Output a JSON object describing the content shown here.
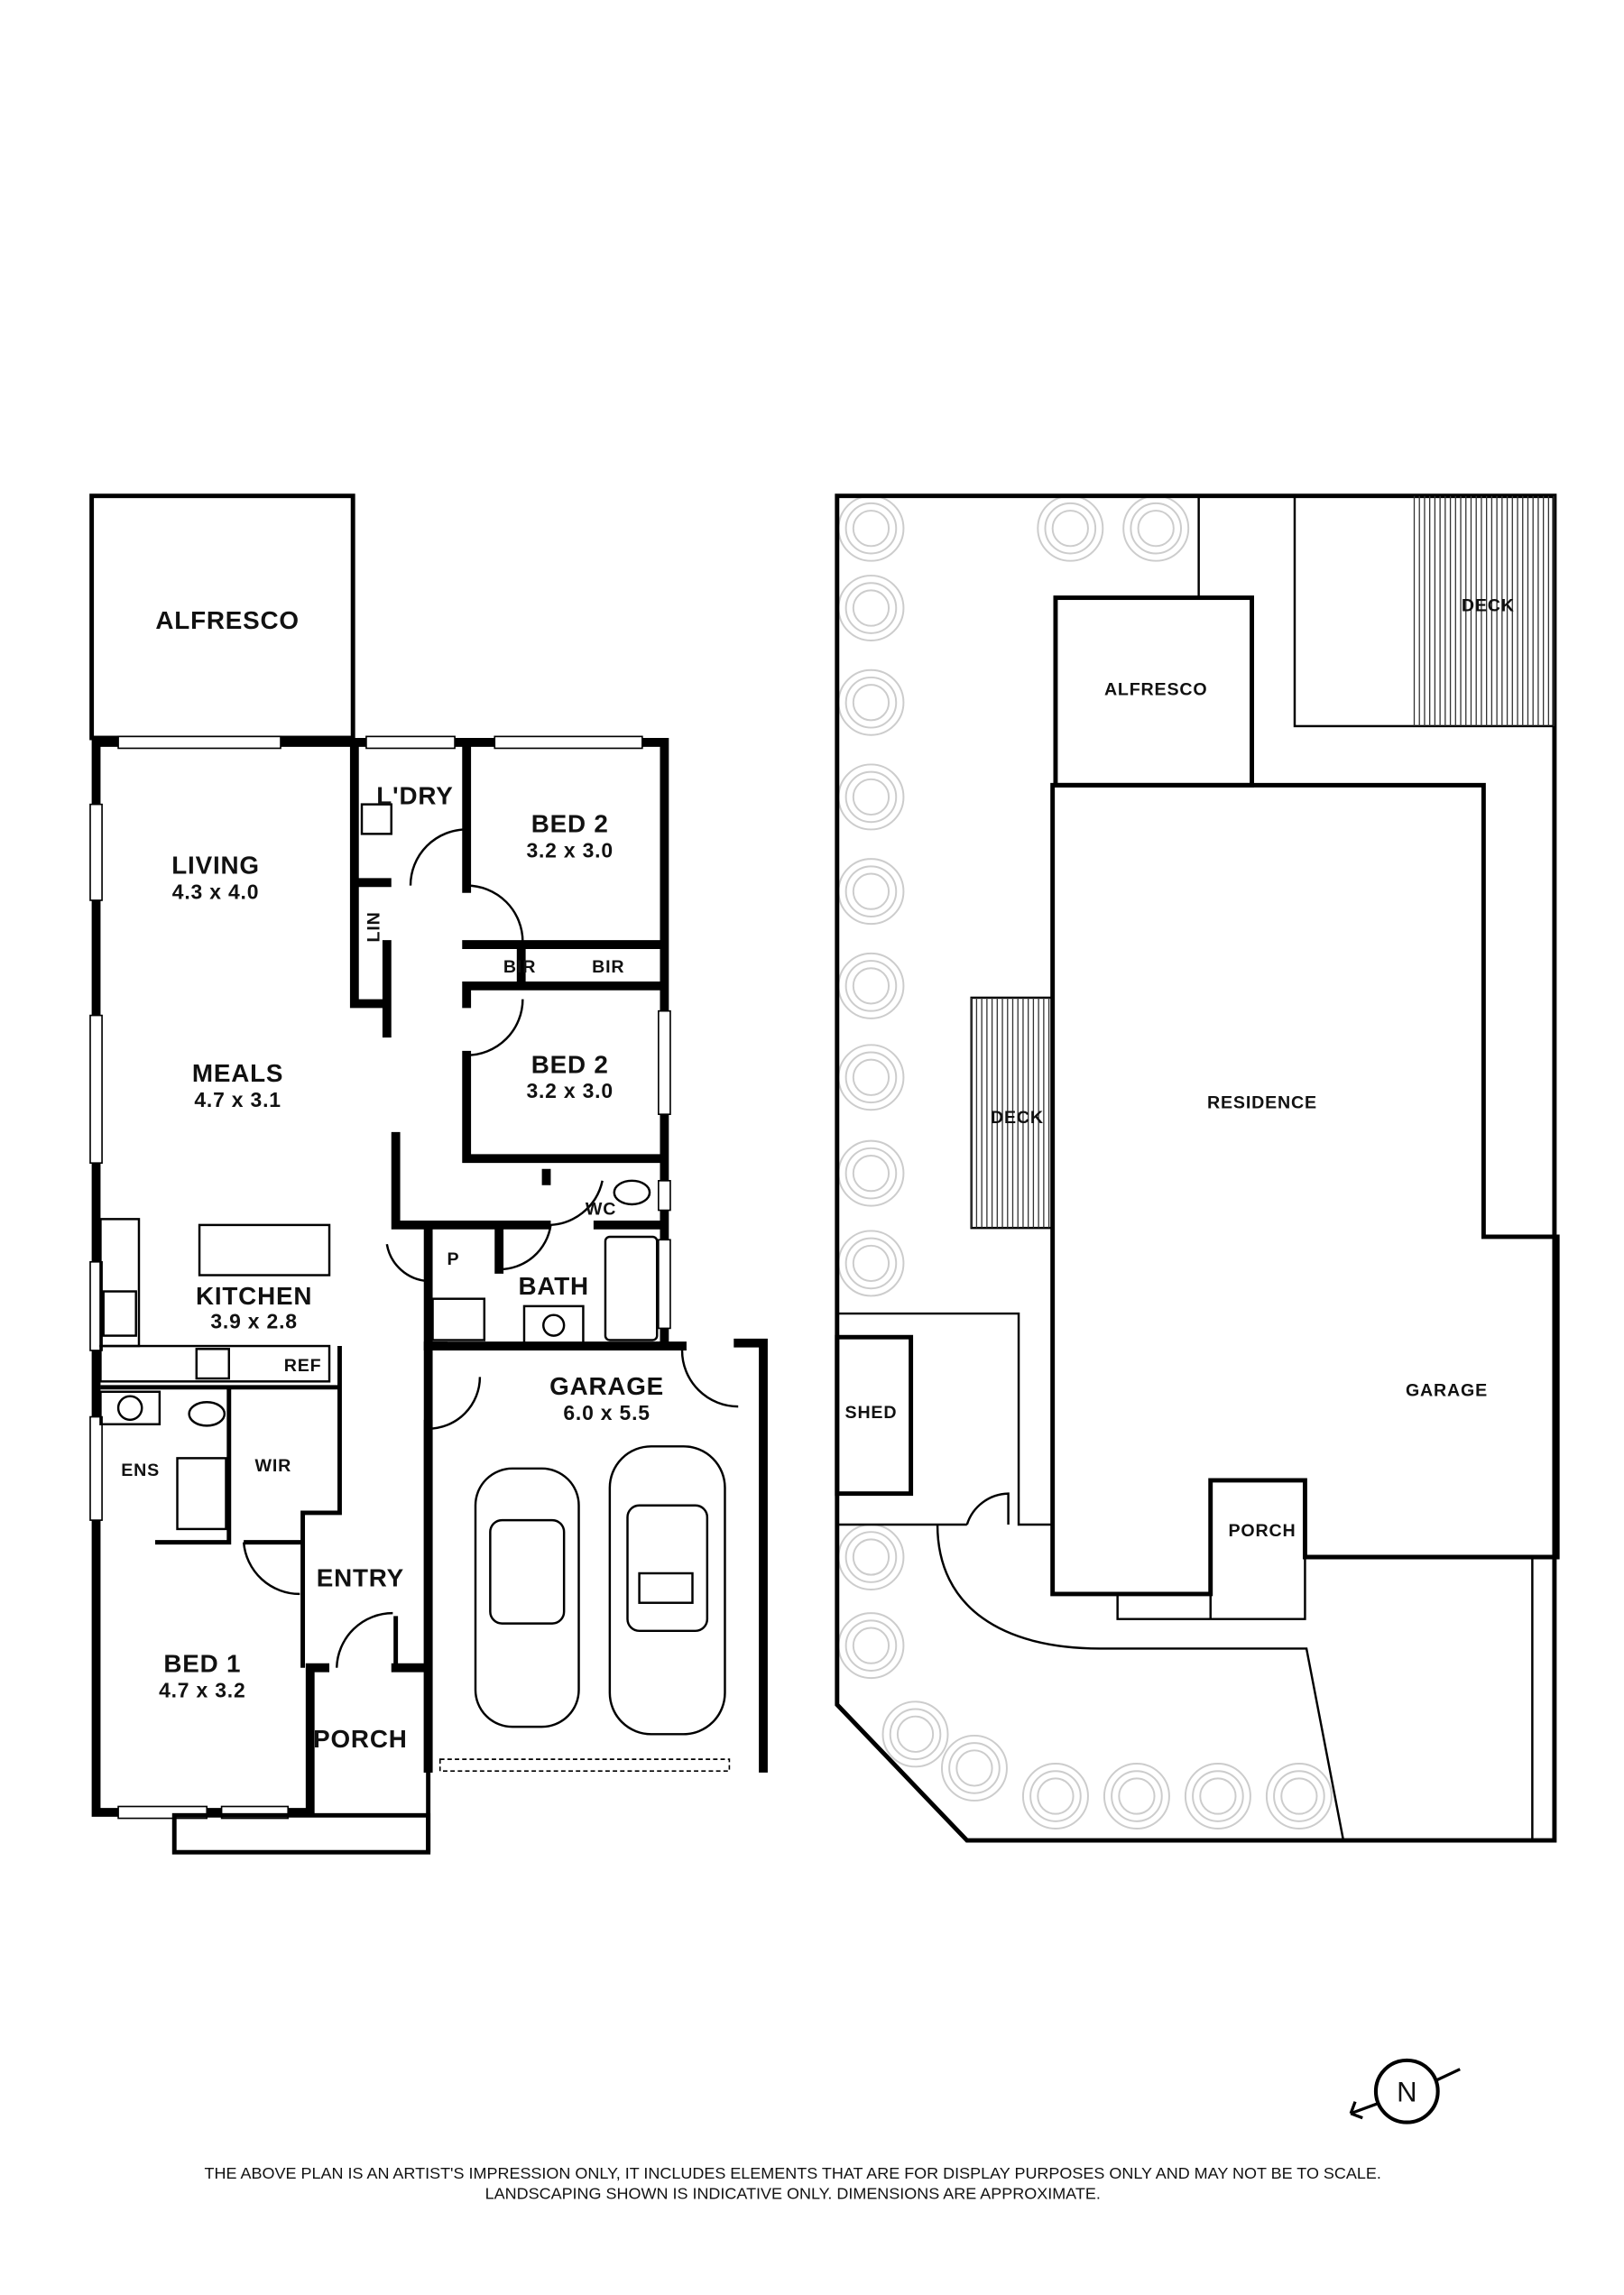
{
  "floor_plan": {
    "rooms": {
      "alfresco": "ALFRESCO",
      "living": {
        "name": "LIVING",
        "size": "4.3 x 4.0"
      },
      "meals": {
        "name": "MEALS",
        "size": "4.7 x 3.1"
      },
      "kitchen": {
        "name": "KITCHEN",
        "size": "3.9 x 2.8"
      },
      "laundry": "L'DRY",
      "linen": "LIN",
      "bed2a": {
        "name": "BED 2",
        "size": "3.2 x 3.0"
      },
      "bed2b": {
        "name": "BED 2",
        "size": "3.2 x 3.0"
      },
      "bir1": "BIR",
      "bir2": "BIR",
      "wc": "WC",
      "pantry": "P",
      "bath": "BATH",
      "ref": "REF",
      "ens": "ENS",
      "wir": "WIR",
      "entry": "ENTRY",
      "bed1": {
        "name": "BED 1",
        "size": "4.7 x 3.2"
      },
      "porch": "PORCH",
      "garage": {
        "name": "GARAGE",
        "size": "6.0 x 5.5"
      }
    }
  },
  "site_plan": {
    "labels": {
      "alfresco": "ALFRESCO",
      "deck_top": "DECK",
      "deck_side": "DECK",
      "residence": "RESIDENCE",
      "garage": "GARAGE",
      "porch": "PORCH",
      "shed": "SHED"
    }
  },
  "north_arrow": {
    "letter": "N"
  },
  "disclaimer": {
    "line1": "THE ABOVE PLAN IS AN ARTIST'S IMPRESSION ONLY, IT INCLUDES ELEMENTS THAT ARE FOR DISPLAY PURPOSES ONLY AND MAY NOT BE TO SCALE.",
    "line2": "LANDSCAPING SHOWN IS INDICATIVE ONLY. DIMENSIONS ARE APPROXIMATE."
  }
}
